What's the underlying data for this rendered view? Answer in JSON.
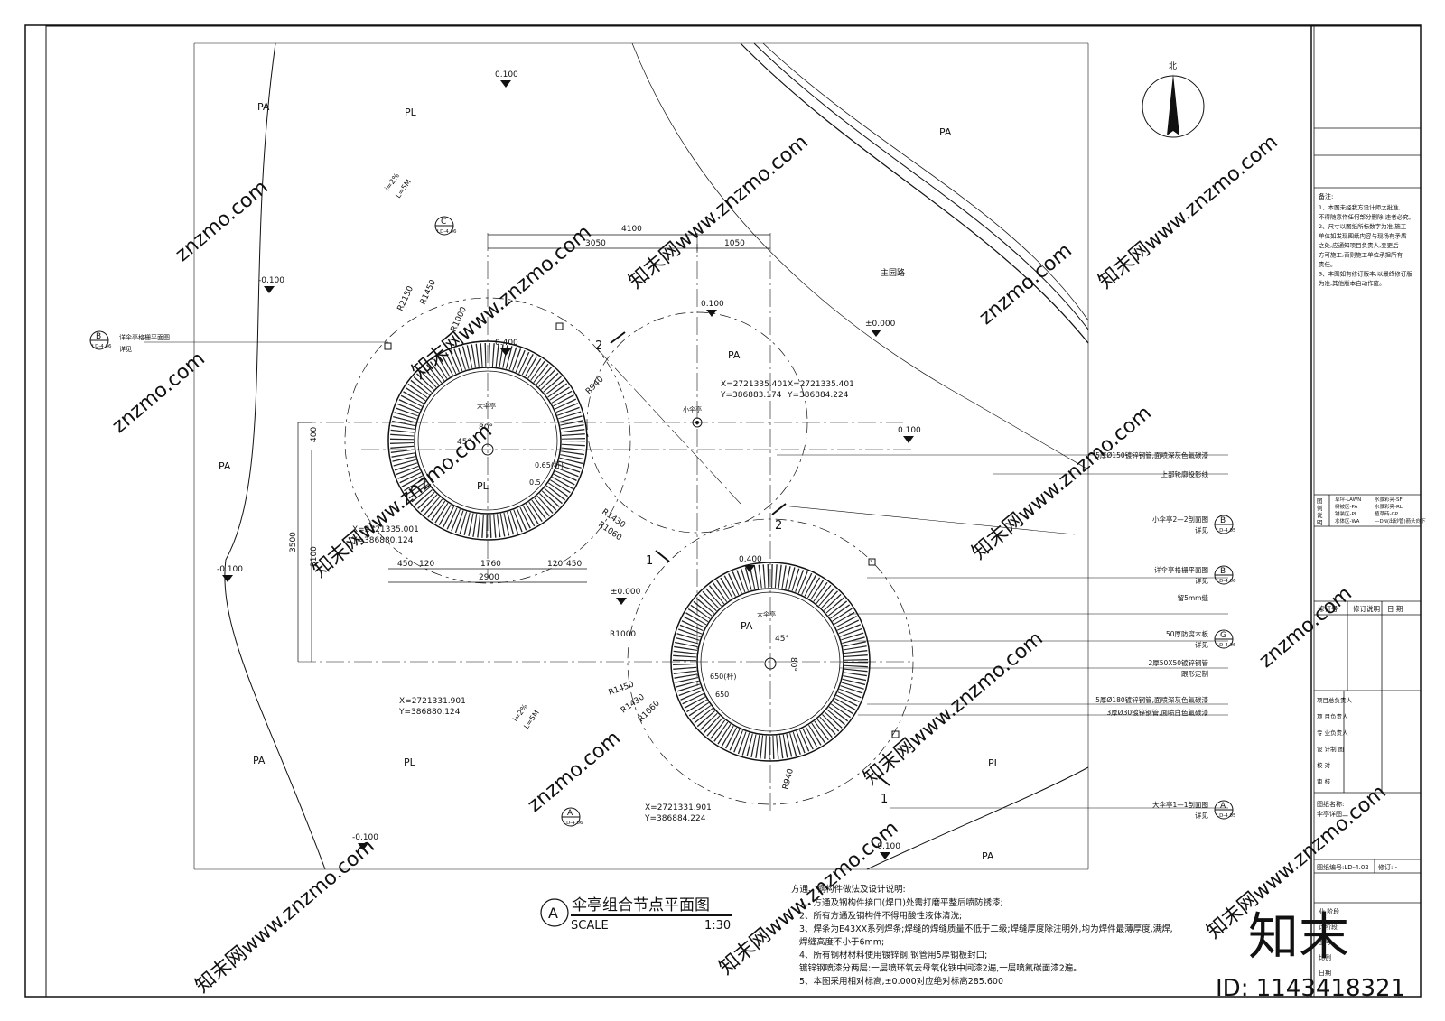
{
  "drawing": {
    "title": "伞亭组合节点平面图",
    "detail_mark": "A",
    "scale_word": "SCALE",
    "scale_value": "1:30"
  },
  "zones": [
    "PA",
    "PL",
    "PA",
    "PA",
    "PL",
    "PA",
    "PL",
    "PA",
    "PA",
    "PL",
    "PA"
  ],
  "road_label": "主园路",
  "north_label": "北",
  "elevations": [
    "0.100",
    "-0.100",
    "-0.100",
    "-0.100",
    "0.100",
    "±0.000",
    "0.100",
    "0.400",
    "±0.000",
    "0.400",
    "-0.100"
  ],
  "slopes": [
    {
      "i": "i=2%",
      "l": "L=5M"
    },
    {
      "i": "i=2%",
      "l": "L=5M"
    }
  ],
  "dimensions": {
    "top_total": "4100",
    "top_left": "3050",
    "top_right": "1050",
    "left_small": "400",
    "left_total": "3500",
    "left_mid": "3100",
    "bottom_a": "450",
    "bottom_b": "120",
    "bottom_c": "1760",
    "bottom_d": "120",
    "bottom_e": "450",
    "bottom_total": "2900"
  },
  "pavilion_1": {
    "name": "大伞亭",
    "radii": [
      "R2150",
      "R1450",
      "R1000",
      "R940",
      "R1430",
      "R1060"
    ],
    "angles": [
      "80°",
      "45°"
    ],
    "misc": [
      "0.65(杆)",
      "0.5"
    ],
    "coord_top": {
      "x": "X=2721335.401",
      "y": "Y=386883.174"
    },
    "coord_left": {
      "x": "X=2721335.001",
      "y": "Y=386880.124"
    },
    "coord_bottom": {
      "x": "X=2721331.901",
      "y": "Y=386880.124"
    }
  },
  "pavilion_small": {
    "name": "小伞亭",
    "coord_right": {
      "x": "X=2721335.401",
      "y": "Y=386884.224"
    }
  },
  "pavilion_2": {
    "name": "大伞亭",
    "radii": [
      "R1000",
      "R1450",
      "R1430",
      "R1060",
      "R940"
    ],
    "angles": [
      "45°",
      "80°"
    ],
    "misc": [
      "650(杆)",
      "650"
    ],
    "coord_bottom": {
      "x": "X=2721331.901",
      "y": "Y=386884.224"
    }
  },
  "section_marks": [
    "1",
    "1",
    "2",
    "2"
  ],
  "callouts_right": [
    {
      "text": "5厚Ø150镀锌钢管,面喷深灰色氟碳漆",
      "sub": ""
    },
    {
      "text": "上部轮廓投影线",
      "sub": ""
    },
    {
      "text": "小伞亭2—2剖面图",
      "sub": "详见",
      "ref": "B",
      "sheet": "LD-4.05"
    },
    {
      "text": "详伞亭格栅平面图",
      "sub": "详见",
      "ref": "B",
      "sheet": "LD-4.06"
    },
    {
      "text": "留5mm缝",
      "sub": ""
    },
    {
      "text": "50厚防腐木板",
      "sub": "详见",
      "ref": "G",
      "sheet": "LD-4.06"
    },
    {
      "text": "2厚50X50镀锌钢管",
      "sub": "跟形定制"
    },
    {
      "text": "5厚Ø180镀锌钢管,面喷深灰色氟碳漆",
      "sub": ""
    },
    {
      "text": "3厚Ø30镀锌钢管,面喷白色氟碳漆",
      "sub": ""
    },
    {
      "text": "大伞亭1—1剖面图",
      "sub": "详见",
      "ref": "A",
      "sheet": "LD-4.05"
    }
  ],
  "callout_left": {
    "text": "详伞亭格栅平面图",
    "sub": "详见",
    "ref": "B",
    "sheet": "LD-4.06"
  },
  "ref_marks": [
    {
      "ref": "C",
      "sheet": "LD-4.06"
    },
    {
      "ref": "A",
      "sheet": "LD-4.06"
    }
  ],
  "notes": {
    "heading": "方通、钢构件做法及设计说明:",
    "items": [
      "1、方通及钢构件接口(焊口)处需打磨平整后喷防锈漆;",
      "2、所有方通及钢构件不得用酸性液体清洗;",
      "3、焊条为E43XX系列焊条;焊缝的焊缝质量不低于二级;焊缝厚度除注明外,均为焊件最薄厚度,满焊,",
      "   焊缝高度不小于6mm;",
      "4、所有钢材材料使用镀锌钢,钢管用5厚钢板封口;",
      "   镀锌钢喷漆分两层:一层喷环氧云母氧化铁中间漆2遍,一层喷氟碳面漆2遍。",
      "5、本图采用相对标高,±0.000对应绝对标高285.600"
    ]
  },
  "title_block": {
    "remarks_heading": "备注:",
    "remarks": [
      "1、本图未经我方设计师之批准,",
      "不得随意作任何部分删除,违者必究。",
      "2、尺寸以图纸所标数字为准,施工",
      "单位如发现图纸内容与现场有矛盾",
      "之处,应通知项目负责人,变更后",
      "方可施工,否则施工单位承担所有",
      "责任。",
      "3、本图如有修订版本,以最终修订版",
      "为准,其他版本自动作废。"
    ],
    "legend_label": [
      "图",
      "例",
      "说",
      "明"
    ],
    "legend": [
      [
        "草坪-LAWN",
        "水景彩亮-SF"
      ],
      [
        "树被区-PA",
        "水景彩亮-RL"
      ],
      [
        "铺装区-PL",
        "植草砖-GP"
      ],
      [
        "水体区-WA",
        "—DN(出砂管)箭头向下"
      ]
    ],
    "revision_headers": [
      "修订号",
      "修订说明",
      "日 期"
    ],
    "roles": [
      "项目总负责人",
      "项 目负责人",
      "专 业负责人",
      "设 计制 图",
      "校 对",
      "审 核"
    ],
    "drawing_name_label": "图纸名称:",
    "drawing_name": "伞亭详图二",
    "drawing_no_label": "图纸编号:LD-4.02",
    "revision_label": "修订: -",
    "misc_rows": [
      "业 阶段",
      "计阶段",
      "图号",
      "比例",
      "日期"
    ]
  },
  "watermarks": {
    "site": "znzmo.com",
    "site_long": "知末网www.znzmo.com",
    "brand": "知末",
    "id": "ID: 1143418321"
  }
}
